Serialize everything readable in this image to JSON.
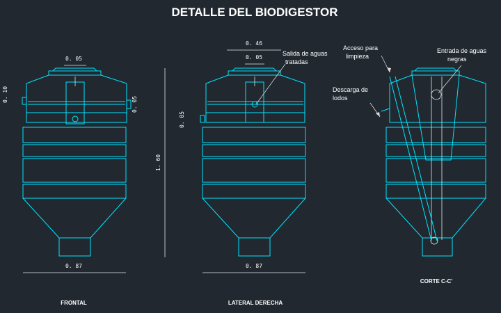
{
  "title": "DETALLE DEL BIODIGESTOR",
  "views": {
    "frontal": "FRONTAL",
    "lateral": "LATERAL DERECHA",
    "corte": "CORTE C-C'"
  },
  "dimensions": {
    "frontal_top": "0. 05",
    "frontal_left": "0. 10",
    "frontal_right": "0. 05",
    "frontal_bottom": "0. 87",
    "height": "1. 60",
    "lateral_top_outer": "0. 46",
    "lateral_top_inner": "0. 05",
    "lateral_left": "0. 05",
    "lateral_bottom": "0. 87"
  },
  "annotations": {
    "salida_1": "Salida de aguas",
    "salida_2": "tratadas",
    "acceso_1": "Acceso para",
    "acceso_2": "limpieza",
    "descarga_1": "Descarga de",
    "descarga_2": "lodos",
    "entrada_1": "Entrada de aguas",
    "entrada_2": "negras"
  },
  "colors": {
    "background": "#212830",
    "drawing": "#00e5ff",
    "text": "#ffffff"
  }
}
